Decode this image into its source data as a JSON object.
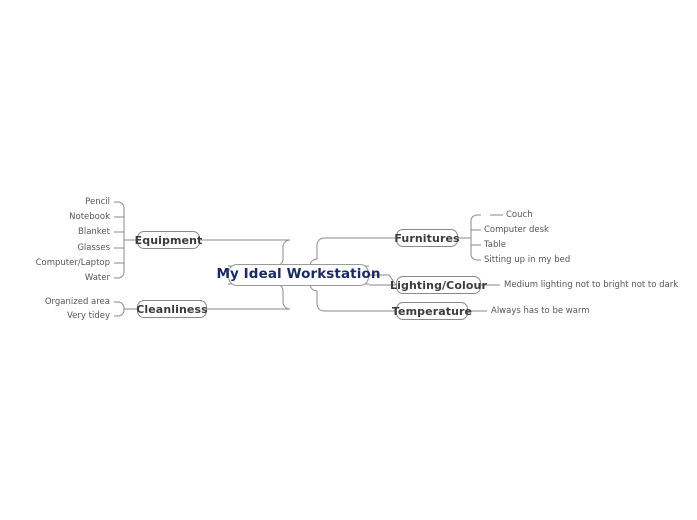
{
  "document": {
    "type": "mind-map",
    "background_color": "#ffffff",
    "root_text_color": "#1b2a63",
    "branch_text_color": "#3b3b3b",
    "leaf_text_color": "#555555",
    "connector_color": "#8a8a8a"
  },
  "root": {
    "label": "My Ideal Workstation"
  },
  "branches": {
    "equipment": {
      "label": "Equipment",
      "side": "left",
      "leaves": [
        {
          "label": "Pencil"
        },
        {
          "label": "Notebook"
        },
        {
          "label": "Blanket"
        },
        {
          "label": "Glasses"
        },
        {
          "label": "Computer/Laptop"
        },
        {
          "label": "Water"
        }
      ]
    },
    "cleanliness": {
      "label": "Cleanliness",
      "side": "left",
      "leaves": [
        {
          "label": "Organized area"
        },
        {
          "label": "Very tidey"
        }
      ]
    },
    "furnitures": {
      "label": "Furnitures",
      "side": "right",
      "leaves": [
        {
          "label": "Couch"
        },
        {
          "label": "Computer desk"
        },
        {
          "label": "Table"
        },
        {
          "label": "Sitting up in my bed"
        }
      ]
    },
    "lighting_colour": {
      "label": "Lighting/Colour",
      "side": "right",
      "leaves": [
        {
          "label": "Medium lighting not to bright not to dark"
        }
      ]
    },
    "temperature": {
      "label": "Temperature",
      "side": "right",
      "leaves": [
        {
          "label": "Always has to be warm"
        }
      ]
    }
  }
}
